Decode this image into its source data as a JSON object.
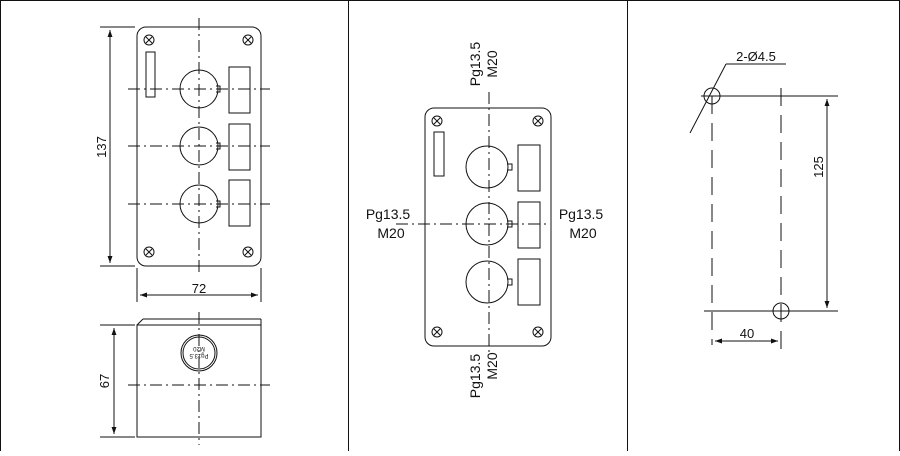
{
  "panel1": {
    "dim_height": "137",
    "dim_width": "72",
    "dim_side_height": "67",
    "port_label_line1": "Pg13.5",
    "port_label_line2": "M20"
  },
  "panel2": {
    "top_line1": "Pg13.5",
    "top_line2": "M20",
    "left_line1": "Pg13.5",
    "left_line2": "M20",
    "right_line1": "Pg13.5",
    "right_line2": "M20",
    "bottom_line1": "Pg13.5",
    "bottom_line2": "M20"
  },
  "panel3": {
    "hole_label": "2-Ø4.5",
    "dim_height": "125",
    "dim_width": "40"
  },
  "colors": {
    "line": "#111111",
    "background": "#ffffff"
  }
}
